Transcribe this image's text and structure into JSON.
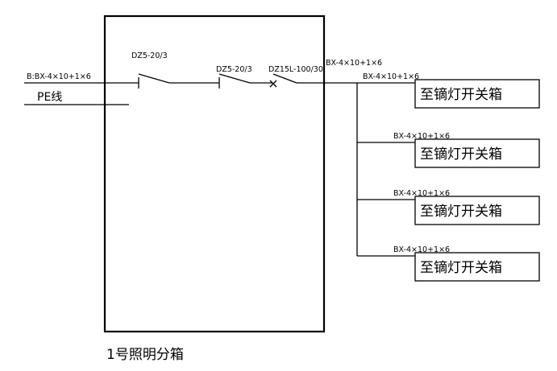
{
  "incoming": {
    "cable_label": "B:BX-4×10+1×6",
    "pe_label": "PE线"
  },
  "breakers": {
    "b1": "DZ5-20/3",
    "b2": "DZ5-20/3",
    "b3": "DZ15L-100/30"
  },
  "outgoing": {
    "main_cable": "BX-4×10+1×6",
    "branches": [
      {
        "cable": "BX-4×10+1×6",
        "destination": "至镝灯开关箱"
      },
      {
        "cable": "BX-4×10+1×6",
        "destination": "至镝灯开关箱"
      },
      {
        "cable": "BX-4×10+1×6",
        "destination": "至镝灯开关箱"
      },
      {
        "cable": "BX-4×10+1×6",
        "destination": "至镝灯开关箱"
      }
    ]
  },
  "panel_caption": "1号照明分箱"
}
